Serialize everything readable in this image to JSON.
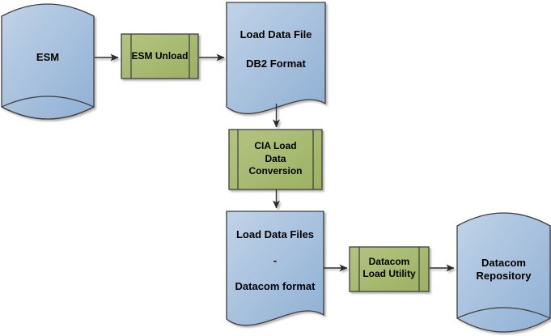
{
  "diagram": {
    "nodes": [
      {
        "id": "esm",
        "type": "database-cylinder",
        "lines": [
          "ESM"
        ]
      },
      {
        "id": "esm-unload",
        "type": "predefined-process",
        "lines": [
          "ESM Unload"
        ]
      },
      {
        "id": "load-data-file-db2",
        "type": "document",
        "lines": [
          "Load Data File",
          "DB2 Format"
        ]
      },
      {
        "id": "cia-load-data-conversion",
        "type": "predefined-process",
        "lines": [
          "CIA Load",
          "Data",
          "Conversion"
        ]
      },
      {
        "id": "load-data-files-datacom",
        "type": "document",
        "lines": [
          "Load Data Files",
          "-",
          "Datacom format"
        ]
      },
      {
        "id": "datacom-load-utility",
        "type": "predefined-process",
        "lines": [
          "Datacom",
          "Load Utility"
        ]
      },
      {
        "id": "datacom-repository",
        "type": "database-cylinder",
        "lines": [
          "Datacom",
          "Repository"
        ]
      }
    ],
    "edges": [
      {
        "from": "esm",
        "to": "esm-unload",
        "direction": "right"
      },
      {
        "from": "esm-unload",
        "to": "load-data-file-db2",
        "direction": "right"
      },
      {
        "from": "load-data-file-db2",
        "to": "cia-load-data-conversion",
        "direction": "down"
      },
      {
        "from": "cia-load-data-conversion",
        "to": "load-data-files-datacom",
        "direction": "down"
      },
      {
        "from": "load-data-files-datacom",
        "to": "datacom-load-utility",
        "direction": "right"
      },
      {
        "from": "datacom-load-utility",
        "to": "datacom-repository",
        "direction": "right"
      }
    ],
    "colors": {
      "datastore_fill_light": "#c1d3e8",
      "datastore_fill_dark": "#8fb0d4",
      "process_fill_light": "#b3c481",
      "process_fill_dark": "#9cb162",
      "shape_border": "#3d3d3d",
      "arrow": "#2b2b2b",
      "text": "#000000",
      "background": "#ffffff"
    }
  }
}
